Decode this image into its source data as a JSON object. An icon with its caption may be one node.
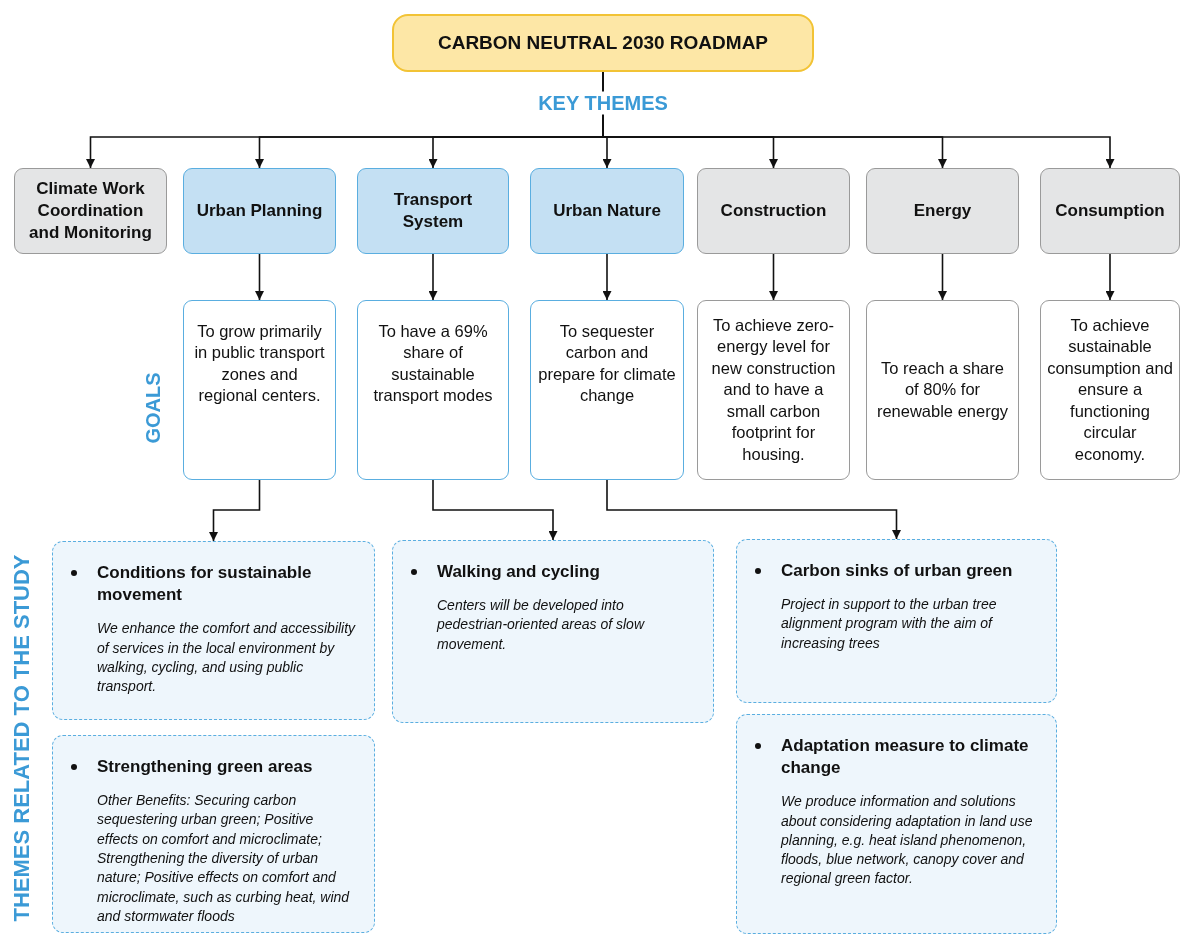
{
  "diagram": {
    "nodes": [
      {
        "text": [
          "CARBON NEUTRAL 2030 ROADMAP"
        ]
      },
      {
        "text": [
          "Climate Work Coordination and Monitoring"
        ]
      },
      {
        "text": [
          "Urban Planning"
        ]
      },
      {
        "text": [
          "Transport System"
        ]
      },
      {
        "text": [
          "Urban Nature"
        ]
      },
      {
        "text": [
          "Construction"
        ]
      },
      {
        "text": [
          "Energy"
        ]
      },
      {
        "text": [
          "Consumption"
        ]
      },
      {
        "text": [
          "To grow primarily in public transport zones and regional centers."
        ]
      },
      {
        "text": [
          "To have a 69% share of sustainable transport modes"
        ]
      },
      {
        "text": [
          "To sequester carbon and prepare for climate change"
        ]
      },
      {
        "text": [
          "To achieve zero-energy level for new construction and to have a small carbon footprint for housing."
        ]
      },
      {
        "text": [
          "To reach a share of 80% for renewable energy"
        ]
      },
      {
        "text": [
          "To achieve sustainable consumption and ensure a functioning circular economy."
        ]
      },
      {
        "text": [
          "Conditions for sustainable movement",
          "We enhance the comfort and accessibility of services in the local environment by walking, cycling, and using public transport."
        ]
      },
      {
        "text": [
          "Strengthening green areas",
          "Other Benefits: Securing carbon sequestering urban green; Positive effects on comfort and microclimate; Strengthening the diversity of urban nature; Positive effects on comfort and microclimate, such as curbing heat, wind and stormwater floods"
        ]
      },
      {
        "text": [
          "Walking and cycling",
          "Centers will be developed into pedestrian-oriented areas of slow movement."
        ]
      },
      {
        "text": [
          "Carbon sinks of urban green",
          "Project in support to the urban tree alignment program with the aim of increasing trees"
        ]
      },
      {
        "text": [
          "Adaptation measure to climate change",
          "We produce information and solutions about considering adaptation in land use planning, e.g. heat island phenomenon, floods, blue network, canopy cover and regional green factor."
        ]
      }
    ],
    "edges": [
      {
        "from": 0,
        "to": 1,
        "arrow": "to"
      },
      {
        "from": 0,
        "to": 2,
        "arrow": "to"
      },
      {
        "from": 0,
        "to": 3,
        "arrow": "to"
      },
      {
        "from": 0,
        "to": 4,
        "arrow": "to"
      },
      {
        "from": 0,
        "to": 5,
        "arrow": "to"
      },
      {
        "from": 0,
        "to": 6,
        "arrow": "to"
      },
      {
        "from": 0,
        "to": 7,
        "arrow": "to"
      },
      {
        "from": 2,
        "to": 8,
        "arrow": "to"
      },
      {
        "from": 3,
        "to": 9,
        "arrow": "to"
      },
      {
        "from": 4,
        "to": 10,
        "arrow": "to"
      },
      {
        "from": 5,
        "to": 11,
        "arrow": "to"
      },
      {
        "from": 6,
        "to": 12,
        "arrow": "to"
      },
      {
        "from": 7,
        "to": 13,
        "arrow": "to"
      },
      {
        "from": 8,
        "to": 14,
        "arrow": "to"
      },
      {
        "from": 9,
        "to": 16,
        "arrow": "to"
      },
      {
        "from": 10,
        "to": 17,
        "arrow": "to"
      }
    ],
    "labels": [
      "KEY THEMES",
      "GOALS",
      "THEMES RELATED TO THE STUDY"
    ]
  }
}
